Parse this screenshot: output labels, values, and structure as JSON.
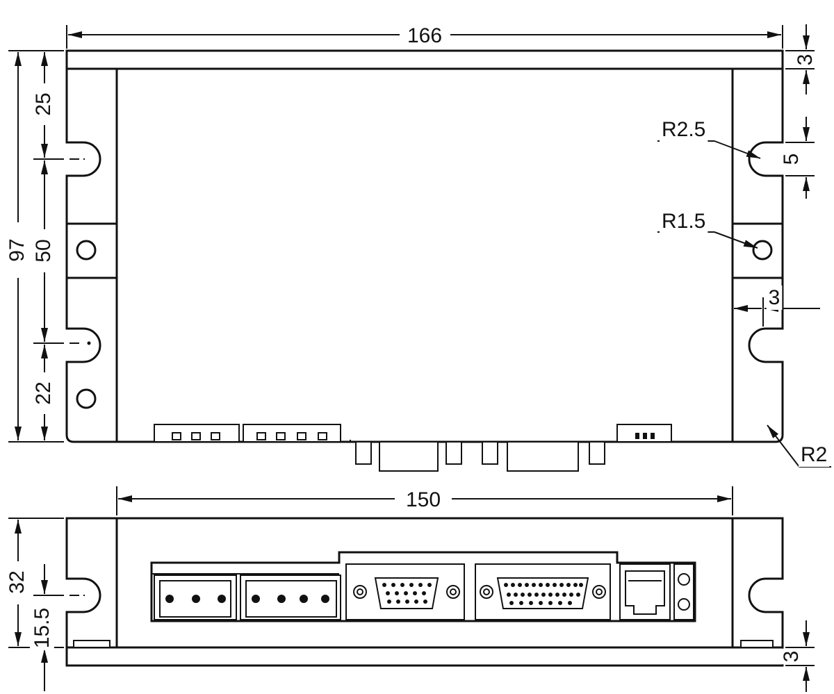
{
  "dimensions": {
    "overall_width": "166",
    "inner_width": "150",
    "overall_height": "97",
    "top_offset": "25",
    "slot_spacing": "50",
    "bottom_offset": "22",
    "flange_thickness_top": "3",
    "flange_thickness_bottom": "3",
    "slot_width": "5",
    "flange_gap": "3",
    "front_height": "32",
    "front_slot_height": "15.5"
  },
  "radii": {
    "slot_radius": "R2.5",
    "hole_radius": "R1.5",
    "corner_radius": "R2"
  },
  "colors": {
    "line": "#111111",
    "background": "#ffffff"
  }
}
